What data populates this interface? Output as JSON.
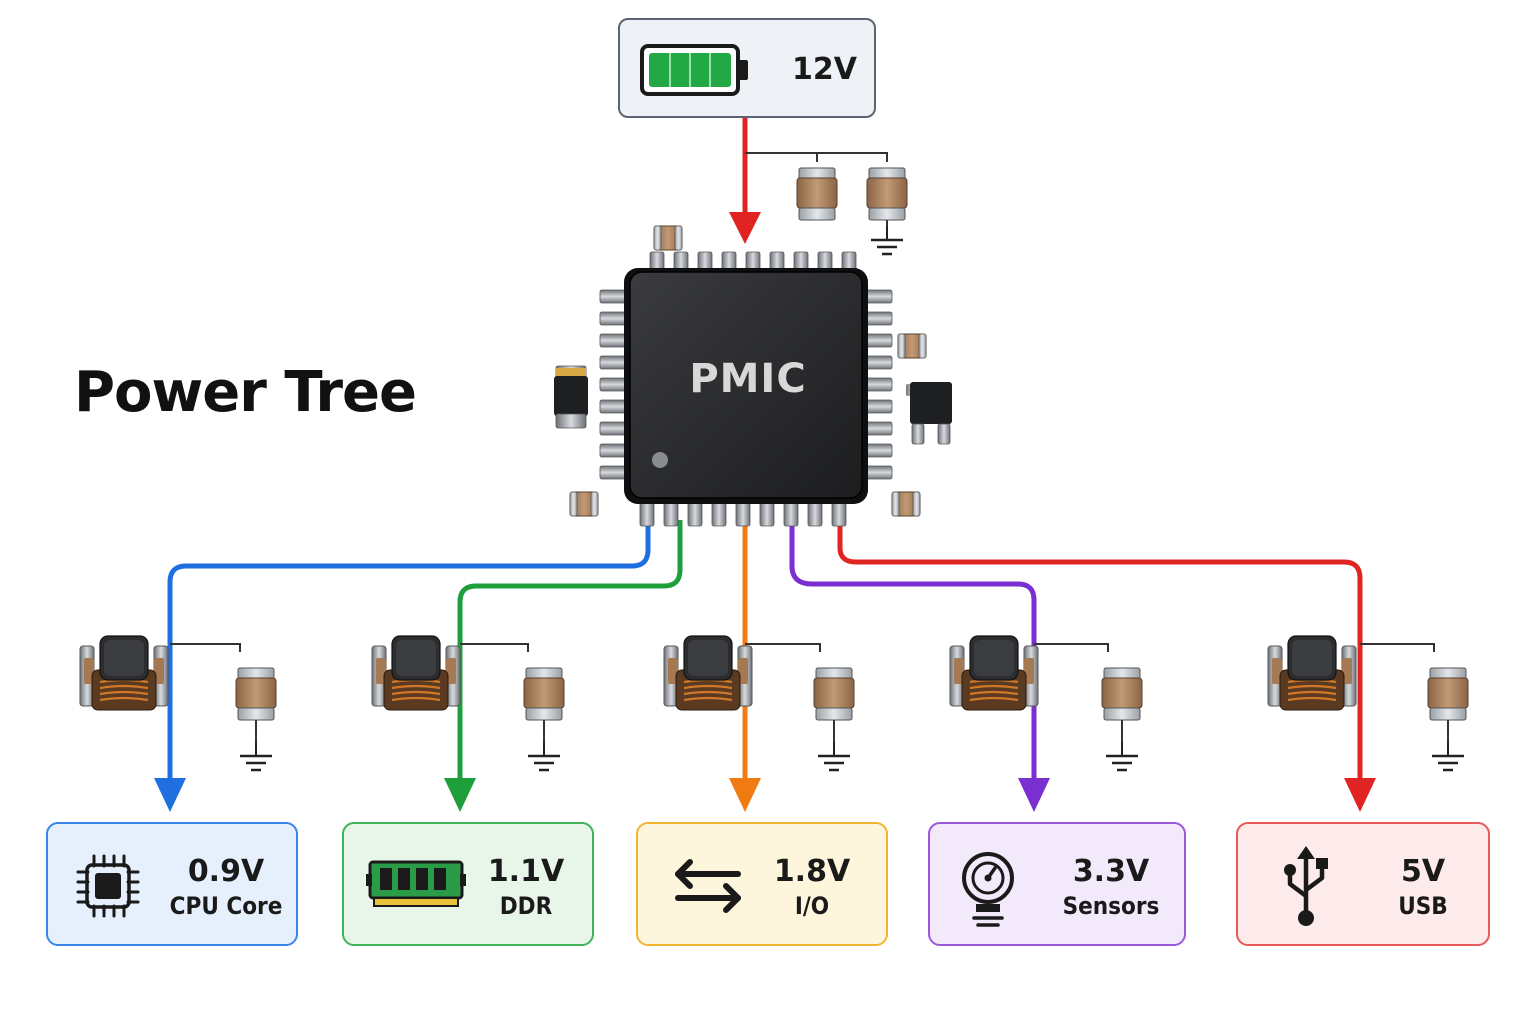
{
  "title": "Power Tree",
  "input": {
    "voltage": "12V",
    "icon": "battery-icon",
    "line_color": "#e02424"
  },
  "pmic": {
    "label": "PMIC"
  },
  "rails": [
    {
      "id": "cpu",
      "voltage": "0.9V",
      "name": "CPU Core",
      "icon": "cpu-chip-icon",
      "color": "#1f6fe0",
      "bg": "#e6f0fc",
      "border": "#3a86e8"
    },
    {
      "id": "ddr",
      "voltage": "1.1V",
      "name": "DDR",
      "icon": "ram-module-icon",
      "color": "#1f9e3c",
      "bg": "#e8f6ea",
      "border": "#3fb35a"
    },
    {
      "id": "io",
      "voltage": "1.8V",
      "name": "I/O",
      "icon": "bidirectional-arrows-icon",
      "color": "#f07b12",
      "bg": "#fdf5dc",
      "border": "#f2b531"
    },
    {
      "id": "sensors",
      "voltage": "3.3V",
      "name": "Sensors",
      "icon": "sensor-gauge-icon",
      "color": "#7a2fd0",
      "bg": "#f2eafb",
      "border": "#9a58dc"
    },
    {
      "id": "usb",
      "voltage": "5V",
      "name": "USB",
      "icon": "usb-icon",
      "color": "#e02424",
      "bg": "#fdeaea",
      "border": "#e85a5a"
    }
  ]
}
